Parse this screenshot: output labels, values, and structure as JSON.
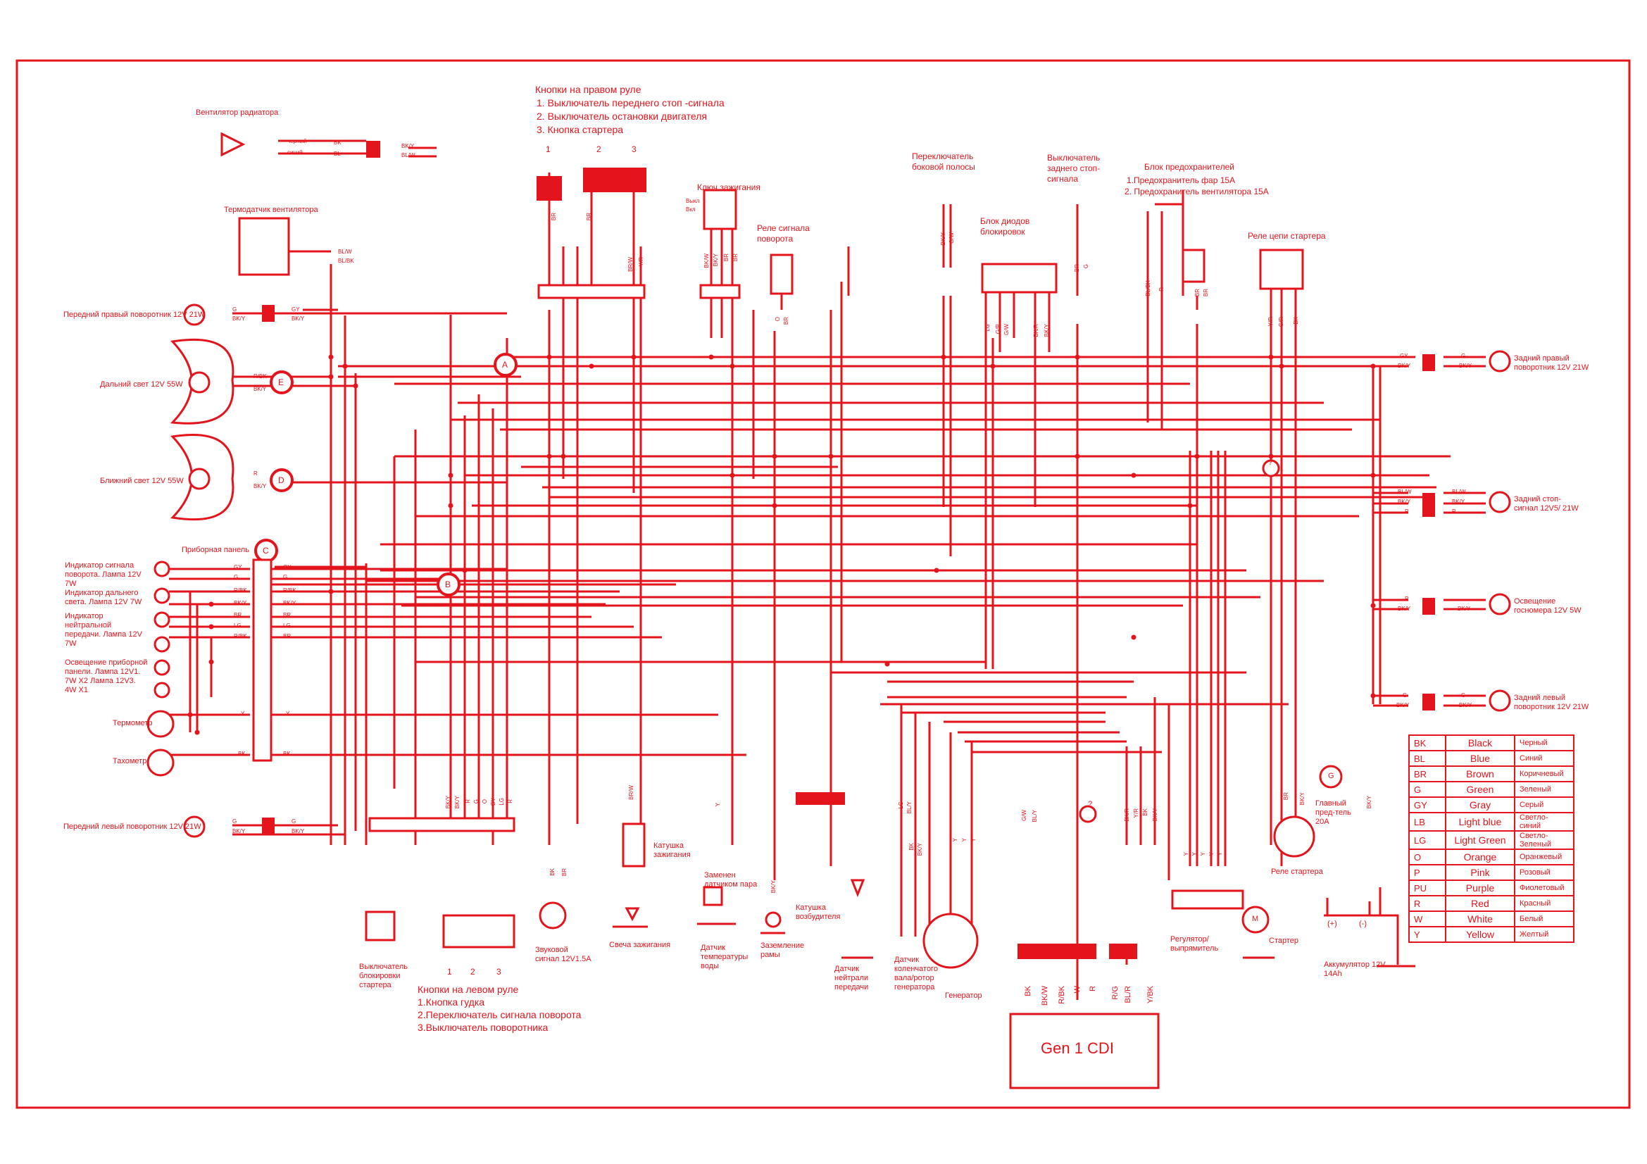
{
  "colors": {
    "line": "#e3141b",
    "background": "#ffffff"
  },
  "cdi": {
    "label": "Gen 1 CDI",
    "pins": [
      "BK",
      "BK/W",
      "R/BK",
      "W",
      "R",
      "R/G",
      "BL/R",
      "Y/BK"
    ]
  },
  "right_bar": {
    "title": "Кнопки на правом руле",
    "items": [
      "1. Выключатель переднего стоп -сигнала",
      "2. Выключатель остановки двигателя",
      "3. Кнопка стартера"
    ],
    "nums": [
      "1",
      "2",
      "3"
    ]
  },
  "left_bar": {
    "title": "Кнопки на левом руле",
    "items": [
      "1.Кнопка гудка",
      "2.Переключатель сигнала поворота",
      "3.Выключатель поворотника"
    ],
    "nums": [
      "1",
      "2",
      "3"
    ]
  },
  "fuse_block": {
    "title": "Блок предохранителей",
    "items": [
      "1.Предохранитель фар  15А",
      "2. Предохранитель вентилятора  15А"
    ]
  },
  "top_labels": {
    "ignition": "Ключ зажигания",
    "ign_off": "Выкл",
    "ign_on": "Вкл",
    "turn_relay": "Реле сигнала поворота",
    "side_stand": "Переключатель боковой полосы",
    "diodes": "Блок диодов блокировок",
    "rear_brake": "Выключатель заднего стоп-сигнала",
    "starter_relay_circuit": "Реле цепи стартера",
    "fan": "Вентилятор радиатора",
    "fan_wire1": "черный",
    "fan_wire2": "синий",
    "thermo_fan": "Термодатчик вентилятора"
  },
  "left_components": {
    "front_right_turn": "Передний правый поворотник  12V 21W",
    "high_beam": "Дальний свет  12V 55W",
    "low_beam": "Ближний свет  12V 55W",
    "panel": "Приборная панель",
    "turn_ind": "Индикатор сигнала поворота. Лампа 12V 7W",
    "high_ind": "Индикатор дальнего света. Лампа 12V 7W",
    "neutral_ind": "Индикатор нейтральной передачи. Лампа 12V 7W",
    "panel_light": "Освещение приборной панели. Лампа 12V1. 7W  X2 Лампа 12V3. 4W  X1",
    "thermometer": "Термометр",
    "tacho": "Тахометр",
    "front_left_turn": "Передний левый поворотник  12V 21W",
    "starter_lock": "Выключатель блокировки стартера"
  },
  "right_components": {
    "rear_right_turn": "Задний правый поворотник 12V 21W",
    "tail_light": "Задний стоп-сигнал 12V5/ 21W",
    "plate_light": "Освещение госномера 12V 5W",
    "rear_left_turn": "Задний левый поворотник 12V 21W"
  },
  "bottom_labels": {
    "horn": "Звуковой сигнал 12V1.5A",
    "ign_coil": "Катушка зажигания",
    "spark": "Свеча зажигания",
    "temp_sw": "Заменен датчиком пара",
    "temp_sensor": "Датчик температуры воды",
    "ground": "Заземление рамы",
    "exciter": "Катушка возбудителя",
    "neutral_sensor": "Датчик нейтрали передачи",
    "crank_sensor": "Датчик коленчатого вала/ротор генератора",
    "generator": "Генератор",
    "regulator": "Регулятор/ выпрямитель",
    "starter": "Стартер",
    "starter_relay": "Реле стартера",
    "main_fuse": "Главный пред-тель 20А",
    "battery": "Аккумулятор 12V 14Ah",
    "plus": "(+)",
    "minus": "(-)",
    "motor": "M",
    "gen_g": "G",
    "question": "?"
  },
  "markers": [
    "A",
    "B",
    "C",
    "D",
    "E"
  ],
  "wire_codes": {
    "fan": [
      "BK",
      "BL",
      "BK/Y",
      "BL/W"
    ],
    "thermo": [
      "BL/W",
      "BL/BK"
    ],
    "fr_turn": [
      "G",
      "BK/Y",
      "GY",
      "BK/Y"
    ],
    "high": [
      "R/BK",
      "BK/Y"
    ],
    "low": [
      "R",
      "BK/Y"
    ],
    "panel_left": [
      "GY",
      "G",
      "R/BK",
      "BK/Y",
      "BR",
      "LG",
      "R/BK",
      "Y",
      "BK"
    ],
    "panel_right": [
      "GY",
      "G",
      "R/BK",
      "BK/Y",
      "BR",
      "LG",
      "BR",
      "Y",
      "BK"
    ],
    "fl_turn": [
      "G",
      "BK/Y",
      "G",
      "BK/Y"
    ],
    "rr_turn": [
      "GY",
      "BK/Y",
      "G",
      "BK/Y"
    ],
    "tail": [
      "BL/W",
      "BK/Y",
      "R",
      "BL/W",
      "BK/Y",
      "R"
    ],
    "plate": [
      "R",
      "BK/Y",
      "BK/Y"
    ],
    "rl_turn": [
      "G",
      "BK/Y",
      "G",
      "BK/Y"
    ],
    "right_bar_top": [
      "BR",
      "BR",
      "BR/W",
      "Y/R"
    ],
    "ignition": [
      "BK/W",
      "BK/Y",
      "BR",
      "BR"
    ],
    "relay": [
      "O",
      "BR"
    ],
    "side_stand": [
      "BK/Y",
      "G/W"
    ],
    "diodes": [
      "LG",
      "G/R",
      "G/W",
      "BK/R",
      "BK/Y"
    ],
    "rear_brake": [
      "BR",
      "G"
    ],
    "fuse": [
      "BL/BK",
      "R",
      "BR",
      "BR"
    ],
    "start_relay": [
      "Y/R",
      "G/R",
      "BK"
    ],
    "left_bar": [
      "BK/Y",
      "BK/Y",
      "R",
      "G",
      "O",
      "GY",
      "LG",
      "R"
    ],
    "horn": [
      "BK",
      "BR"
    ],
    "coil": [
      "BR/W"
    ],
    "temp": [
      "Y"
    ],
    "ground": [
      "BK/Y"
    ],
    "neutral": [
      "LG",
      "BL/Y"
    ],
    "crank": [
      "BK",
      "BK/Y"
    ],
    "gen": [
      "Y",
      "Y",
      "Y"
    ],
    "cdi_in": [
      "G/W",
      "BL/Y"
    ],
    "reg": [
      "BK/R",
      "Y/R",
      "BK",
      "BK/Y",
      "Y",
      "Y",
      "Y",
      "Y",
      "Y"
    ],
    "starter_sw": [
      "BR",
      "BK/Y"
    ],
    "battery": [
      "BK/Y"
    ]
  },
  "legend": [
    [
      "BK",
      "Black",
      "Черный"
    ],
    [
      "BL",
      "Blue",
      "Синий"
    ],
    [
      "BR",
      "Brown",
      "Коричневый"
    ],
    [
      "G",
      "Green",
      "Зеленый"
    ],
    [
      "GY",
      "Gray",
      "Серый"
    ],
    [
      "LB",
      "Light  blue",
      "Светло-синий"
    ],
    [
      "LG",
      "Light  Green",
      "Светло-Зеленый"
    ],
    [
      "O",
      "Orange",
      "Оранжевый"
    ],
    [
      "P",
      "Pink",
      "Розовый"
    ],
    [
      "PU",
      "Purple",
      "Фиолетовый"
    ],
    [
      "R",
      "Red",
      "Красный"
    ],
    [
      "W",
      "White",
      "Белый"
    ],
    [
      "Y",
      "Yellow",
      "Желтый"
    ]
  ]
}
